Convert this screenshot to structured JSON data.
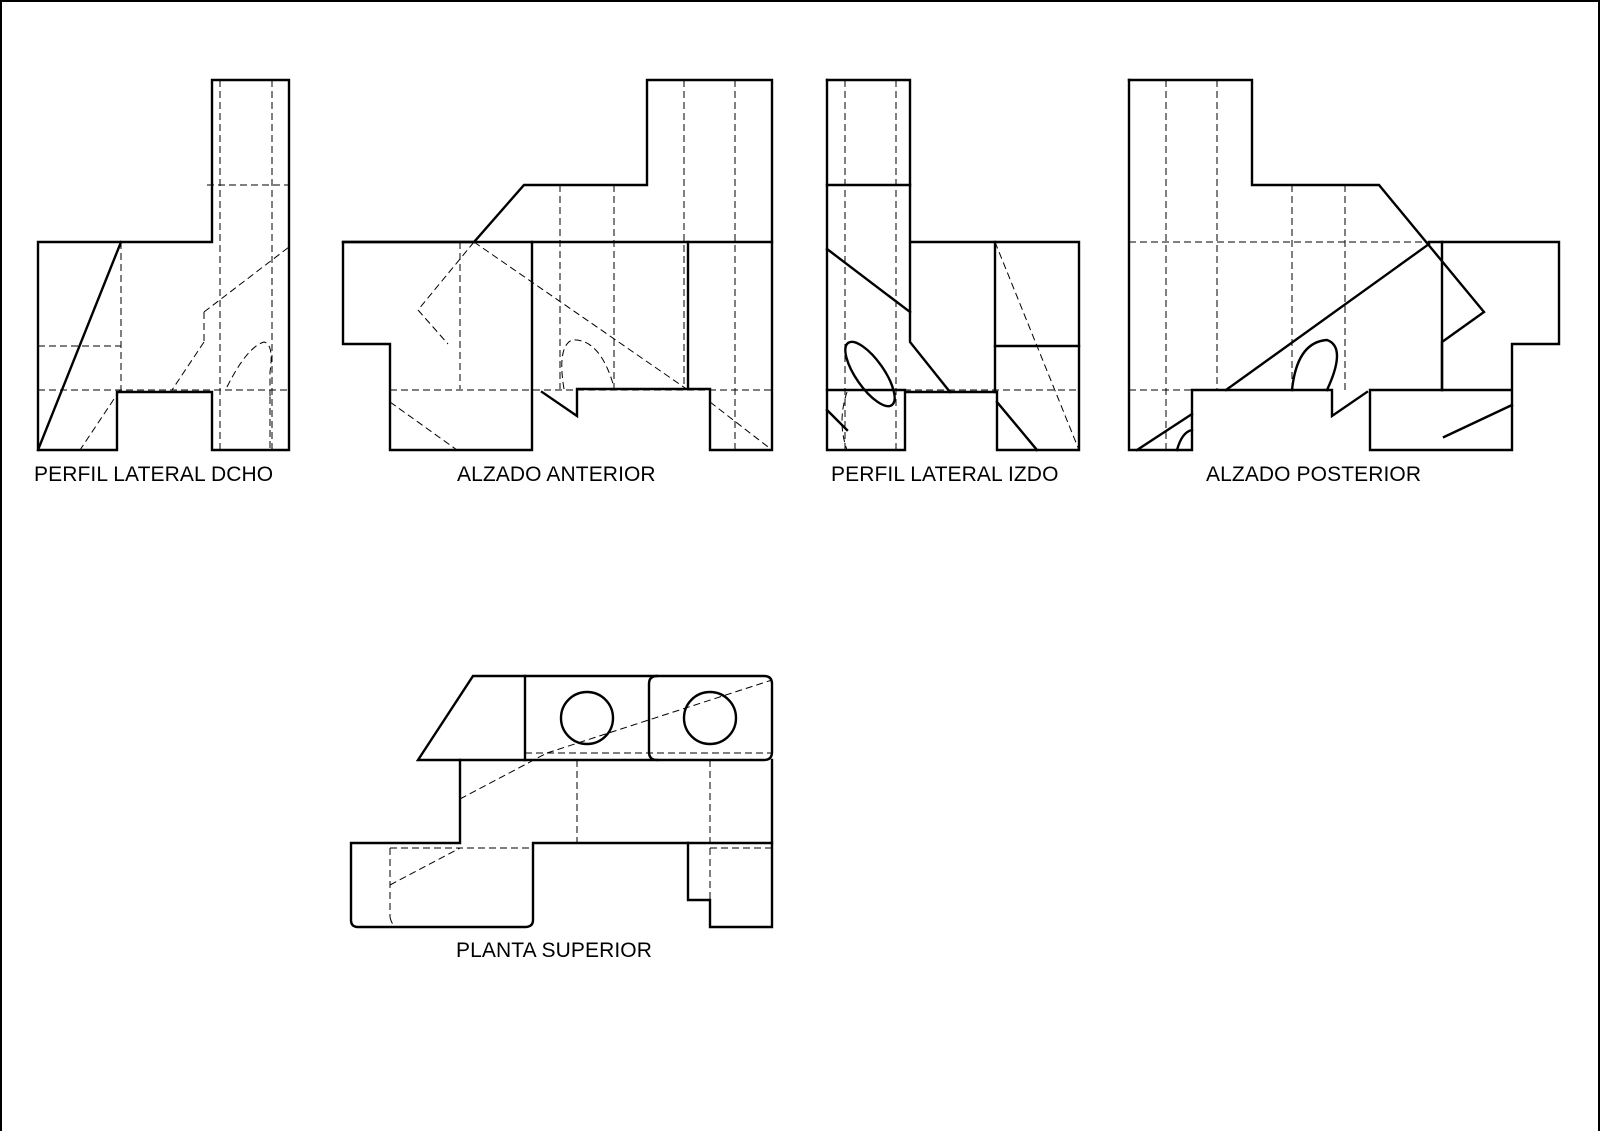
{
  "views": [
    {
      "id": "right-profile",
      "label": "PERFIL LATERAL DCHO"
    },
    {
      "id": "front-elevation",
      "label": "ALZADO ANTERIOR"
    },
    {
      "id": "left-profile",
      "label": "PERFIL LATERAL IZDO"
    },
    {
      "id": "rear-elevation",
      "label": "ALZADO POSTERIOR"
    },
    {
      "id": "top-plan",
      "label": "PLANTA SUPERIOR"
    }
  ],
  "colors": {
    "line": "#000000",
    "background": "#ffffff"
  }
}
